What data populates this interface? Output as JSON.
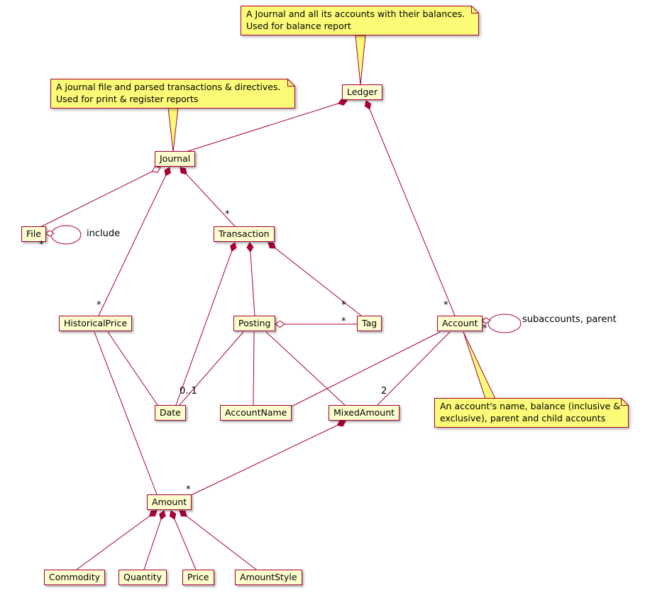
{
  "diagram": {
    "type": "uml-class-diagram",
    "colors": {
      "line": "#A80036",
      "class_fill": "#FEFECE",
      "note_fill": "#FBFB77"
    },
    "classes": [
      {
        "name": "Ledger"
      },
      {
        "name": "Journal"
      },
      {
        "name": "File"
      },
      {
        "name": "Transaction"
      },
      {
        "name": "HistoricalPrice"
      },
      {
        "name": "Posting"
      },
      {
        "name": "Tag"
      },
      {
        "name": "Account"
      },
      {
        "name": "Date"
      },
      {
        "name": "AccountName"
      },
      {
        "name": "MixedAmount"
      },
      {
        "name": "Amount"
      },
      {
        "name": "Commodity"
      },
      {
        "name": "Quantity"
      },
      {
        "name": "Price"
      },
      {
        "name": "AmountStyle"
      }
    ],
    "notes": [
      {
        "attached_to": "Ledger",
        "text": "A Journal and all its accounts with their balances.\nUsed for balance report"
      },
      {
        "attached_to": "Journal",
        "text": "A journal file and parsed transactions & directives.\nUsed for print & register reports"
      },
      {
        "attached_to": "Account",
        "text": "An account's name, balance (inclusive &\nexclusive), parent and child accounts"
      }
    ],
    "relations": [
      {
        "from": "Ledger",
        "to": "Journal",
        "type": "composition"
      },
      {
        "from": "Ledger",
        "to": "Account",
        "type": "composition",
        "multiplicity": "*"
      },
      {
        "from": "Journal",
        "to": "File",
        "type": "aggregation"
      },
      {
        "from": "Journal",
        "to": "Transaction",
        "type": "composition",
        "multiplicity": "*"
      },
      {
        "from": "Journal",
        "to": "HistoricalPrice",
        "type": "composition",
        "multiplicity": "*"
      },
      {
        "from": "File",
        "to": "File",
        "type": "aggregation",
        "multiplicity": "*",
        "label": "include"
      },
      {
        "from": "Transaction",
        "to": "Date",
        "type": "composition",
        "multiplicity": "0..1"
      },
      {
        "from": "Transaction",
        "to": "Posting",
        "type": "composition"
      },
      {
        "from": "Transaction",
        "to": "Tag",
        "type": "composition",
        "multiplicity": "*"
      },
      {
        "from": "Posting",
        "to": "Tag",
        "type": "aggregation",
        "multiplicity": "*"
      },
      {
        "from": "Posting",
        "to": "Date",
        "type": "association"
      },
      {
        "from": "Posting",
        "to": "AccountName",
        "type": "association"
      },
      {
        "from": "Posting",
        "to": "MixedAmount",
        "type": "association"
      },
      {
        "from": "Account",
        "to": "Account",
        "type": "aggregation",
        "multiplicity": "*",
        "label": "subaccounts, parent"
      },
      {
        "from": "Account",
        "to": "AccountName",
        "type": "association"
      },
      {
        "from": "Account",
        "to": "MixedAmount",
        "type": "association",
        "multiplicity": "2"
      },
      {
        "from": "HistoricalPrice",
        "to": "Date",
        "type": "association"
      },
      {
        "from": "HistoricalPrice",
        "to": "Amount",
        "type": "association"
      },
      {
        "from": "MixedAmount",
        "to": "Amount",
        "type": "composition",
        "multiplicity": "*"
      },
      {
        "from": "Amount",
        "to": "Commodity",
        "type": "composition"
      },
      {
        "from": "Amount",
        "to": "Quantity",
        "type": "composition"
      },
      {
        "from": "Amount",
        "to": "Price",
        "type": "composition"
      },
      {
        "from": "Amount",
        "to": "AmountStyle",
        "type": "composition"
      }
    ]
  }
}
